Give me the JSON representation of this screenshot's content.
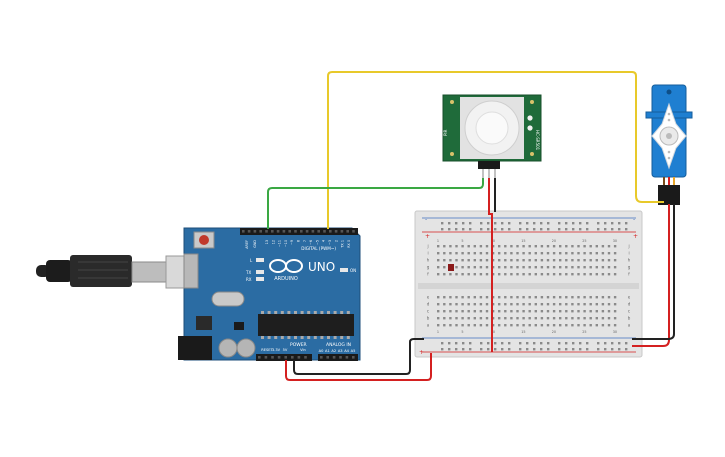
{
  "arduino": {
    "brand_text": "UNO",
    "logo_text": "ARDUINO",
    "digital_label": "DIGITAL (PWM~)",
    "power_label": "POWER",
    "analog_label": "ANALOG IN",
    "aref_label": "AREF",
    "gnd_label": "GND",
    "on_label": "ON",
    "l_label": "L",
    "tx_label": "TX",
    "rx_label": "RX",
    "reset_label": "RESET",
    "v33_label": "3.3V",
    "v5_label": "5V",
    "vin_label": "Vin",
    "top_pin_labels": [
      "13",
      "12",
      "~11",
      "~10",
      "~9",
      "8",
      "7",
      "~6",
      "~5",
      "4",
      "~3",
      "2",
      "TX 1",
      "RX 0"
    ],
    "analog_pins": [
      "A0",
      "A1",
      "A2",
      "A3",
      "A4",
      "A5"
    ]
  },
  "pir": {
    "side_text_right": "HC-SR501",
    "side_text_left": "PIR"
  },
  "breadboard": {
    "column_numbers": [
      "1",
      "5",
      "10",
      "15",
      "20",
      "25",
      "30"
    ],
    "row_letters_top": [
      "j",
      "i",
      "h",
      "g",
      "f"
    ],
    "row_letters_bottom": [
      "e",
      "d",
      "c",
      "b",
      "a"
    ],
    "plus": "+",
    "minus": "-"
  },
  "wires": {
    "yellow": "#e8c92a",
    "green": "#3aa843",
    "red": "#d42020",
    "black": "#222222"
  },
  "colors": {
    "board": "#2b6ca3",
    "pir_board": "#1f6b3a",
    "servo": "#1f7fd1"
  }
}
